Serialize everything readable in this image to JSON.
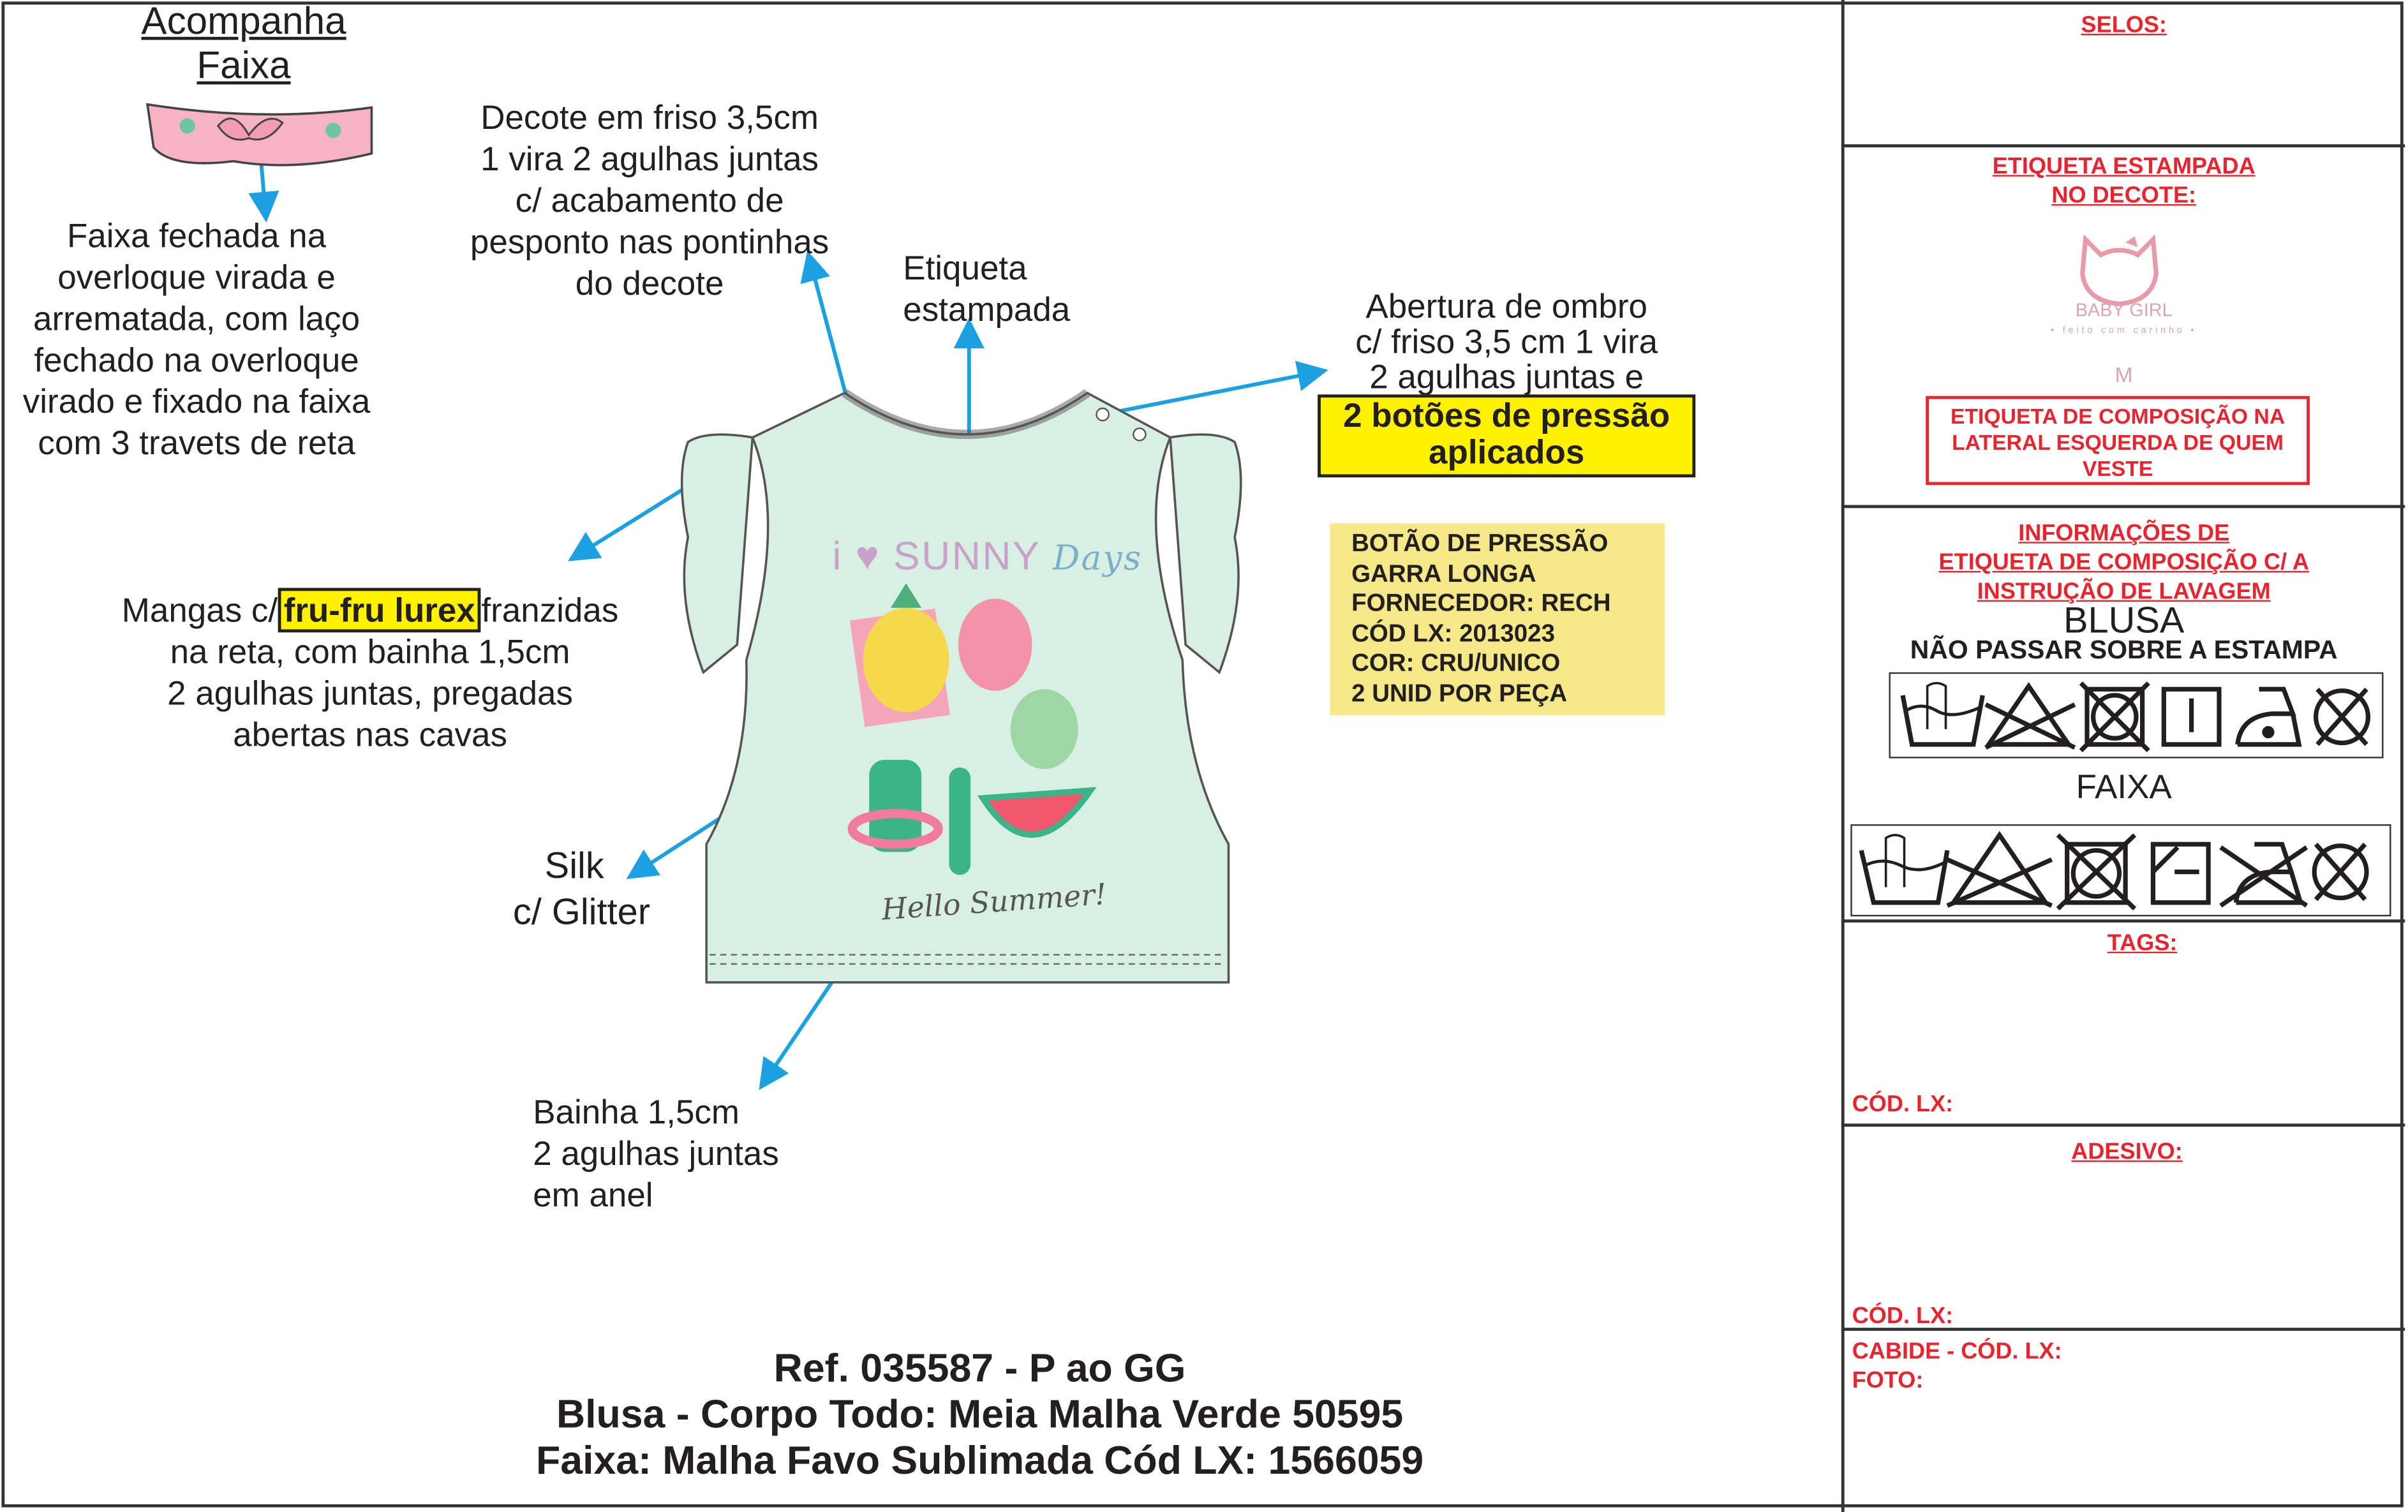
{
  "notes": {
    "acompanha": [
      "Acompanha",
      "Faixa"
    ],
    "faixa": [
      "Faixa fechada na",
      "overloque virada e",
      "arrematada, com laço",
      "fechado na overloque",
      "virado e fixado na faixa",
      "com 3 travets de reta"
    ],
    "decote": [
      "Decote em friso 3,5cm",
      "1 vira 2 agulhas juntas",
      "c/ acabamento de",
      "pesponto nas pontinhas",
      "do decote"
    ],
    "etiqueta": [
      "Etiqueta",
      "estampada"
    ],
    "ombro": [
      "Abertura de ombro",
      "c/ friso 3,5 cm 1 vira",
      "2 agulhas juntas e"
    ],
    "ombro_highlight": [
      "2 botões de pressão",
      "aplicados"
    ],
    "mangas_prefix": "Mangas c/",
    "mangas_highlight": "fru-fru lurex",
    "mangas_suffix": "franzidas",
    "mangas_rest": [
      "na reta, com bainha 1,5cm",
      "2 agulhas juntas, pregadas",
      "abertas nas cavas"
    ],
    "silk": [
      "Silk",
      "c/ Glitter"
    ],
    "bainha": [
      "Bainha 1,5cm",
      "2 agulhas juntas",
      "em anel"
    ]
  },
  "botao_box": [
    "BOTÃO DE PRESSÃO",
    "GARRA LONGA",
    "FORNECEDOR: RECH",
    "CÓD LX: 2013023",
    "COR: CRU/UNICO",
    "2 UNID POR PEÇA"
  ],
  "print": {
    "top": "i ♥ SUNNY",
    "script": "Days",
    "bottom": "Hello Summer!"
  },
  "footer": [
    "Ref. 035587 - P ao GG",
    "Blusa - Corpo Todo: Meia Malha Verde 50595",
    "Faixa: Malha Favo Sublimada Cód LX: 1566059"
  ],
  "panel": {
    "selos": "SELOS:",
    "etiqueta_title": [
      "ETIQUETA ESTAMPADA",
      "NO DECOTE:"
    ],
    "label_logo": {
      "brand": "BABY GIRL",
      "tagline": "• feito com carinho •",
      "size": "M"
    },
    "composicao_box": [
      "ETIQUETA DE COMPOSIÇÃO NA",
      "LATERAL ESQUERDA DE QUEM",
      "VESTE"
    ],
    "info_title": [
      "INFORMAÇÕES DE",
      "ETIQUETA DE COMPOSIÇÃO C/ A",
      "INSTRUÇÃO DE LAVAGEM"
    ],
    "blusa": "BLUSA",
    "nao_passar": "NÃO PASSAR SOBRE A ESTAMPA",
    "faixa": "FAIXA",
    "tags": "TAGS:",
    "cod_lx_1": "CÓD. LX:",
    "adesivo": "ADESIVO:",
    "cod_lx_2": "CÓD. LX:",
    "cabide": "CABIDE - CÓD. LX:",
    "foto": "FOTO:"
  },
  "colors": {
    "arrow": "#1ba1e2",
    "red": "#e8252f",
    "highlight": "#fff200",
    "shirt": "#d8efe3"
  }
}
